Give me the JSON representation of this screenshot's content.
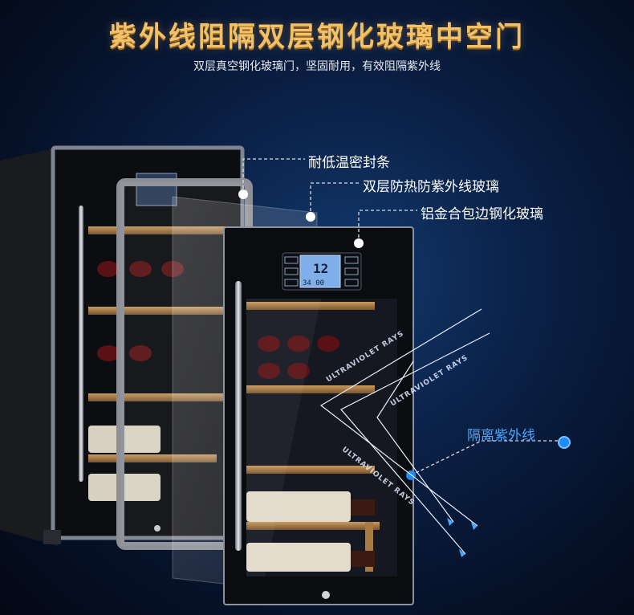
{
  "header": {
    "title": "紫外线阻隔双层钢化玻璃中空门",
    "subtitle": "双层真空钢化玻璃门，坚固耐用，有效阻隔紫外线"
  },
  "callouts": {
    "seal": "耐低温密封条",
    "double_glass": "双层防热防紫外线玻璃",
    "aluminum_glass": "铝金合包边钢化玻璃",
    "uv_isolation": "隔离紫外线"
  },
  "uv_ray_label": "ULTRAVIOLET RAYS",
  "display": {
    "temp": "12",
    "sub": "34 00"
  },
  "colors": {
    "title_gold": "#f3c167",
    "uv_blue": "#4aa6ff",
    "dot_blue": "#1f8bff"
  }
}
